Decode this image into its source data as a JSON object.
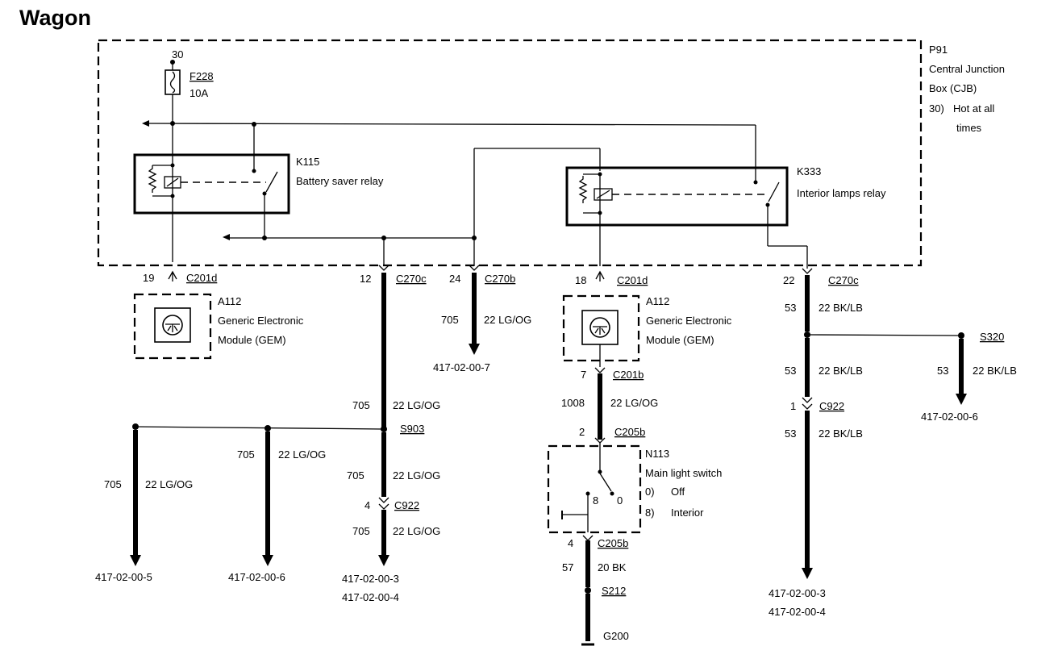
{
  "title": "Wagon",
  "cjb": {
    "id": "P91",
    "name_line1": "Central Junction",
    "name_line2": "Box (CJB)",
    "state_num": "30)",
    "state_line1": "Hot at all",
    "state_line2": "times"
  },
  "fuse": {
    "pin": "30",
    "id": "F228",
    "rating": "10A"
  },
  "relay_k115": {
    "id": "K115",
    "name": "Battery saver relay"
  },
  "relay_k333": {
    "id": "K333",
    "name": "Interior lamps relay"
  },
  "gem_left": {
    "pin": "19",
    "connector": "C201d",
    "id": "A112",
    "line1": "Generic Electronic",
    "line2": "Module (GEM)"
  },
  "gem_right": {
    "pin": "18",
    "connector": "C201d",
    "id": "A112",
    "line1": "Generic Electronic",
    "line2": "Module (GEM)",
    "out_pin": "7",
    "out_connector": "C201b"
  },
  "wire_12": {
    "pin": "12",
    "connector": "C270c",
    "circuit": "705",
    "gauge": "22 LG/OG",
    "splice": "S903",
    "below_circuit": "705",
    "below_gauge": "22 LG/OG",
    "c922_pin": "4",
    "c922": "C922",
    "after_circuit": "705",
    "after_gauge": "22 LG/OG",
    "ref1": "417-02-00-3",
    "ref2": "417-02-00-4"
  },
  "branch_a": {
    "circuit": "705",
    "gauge": "22 LG/OG",
    "ref": "417-02-00-5"
  },
  "branch_b": {
    "circuit": "705",
    "gauge": "22 LG/OG",
    "ref": "417-02-00-6"
  },
  "wire_24": {
    "pin": "24",
    "connector": "C270b",
    "circuit": "705",
    "gauge": "22 LG/OG",
    "ref": "417-02-00-7"
  },
  "wire_1008": {
    "circuit": "1008",
    "gauge": "22 LG/OG"
  },
  "switch": {
    "pin_top": "2",
    "connector_top": "C205b",
    "id": "N113",
    "name": "Main light switch",
    "pos0_num": "0)",
    "pos0_label": "Off",
    "pos8_num": "8)",
    "pos8_label": "Interior",
    "contact_8": "8",
    "contact_0": "0",
    "pin_bottom": "4",
    "connector_bottom": "C205b",
    "out_circuit": "57",
    "out_gauge": "20 BK",
    "splice": "S212",
    "ground": "G200"
  },
  "wire_22": {
    "pin": "22",
    "connector": "C270c",
    "circuit": "53",
    "gauge": "22 BK/LB",
    "mid_circuit": "53",
    "mid_gauge": "22 BK/LB",
    "c922_pin": "1",
    "c922": "C922",
    "low_circuit": "53",
    "low_gauge": "22 BK/LB",
    "ref1": "417-02-00-3",
    "ref2": "417-02-00-4"
  },
  "s320": {
    "splice": "S320",
    "circuit": "53",
    "gauge": "22 BK/LB",
    "ref": "417-02-00-6"
  }
}
